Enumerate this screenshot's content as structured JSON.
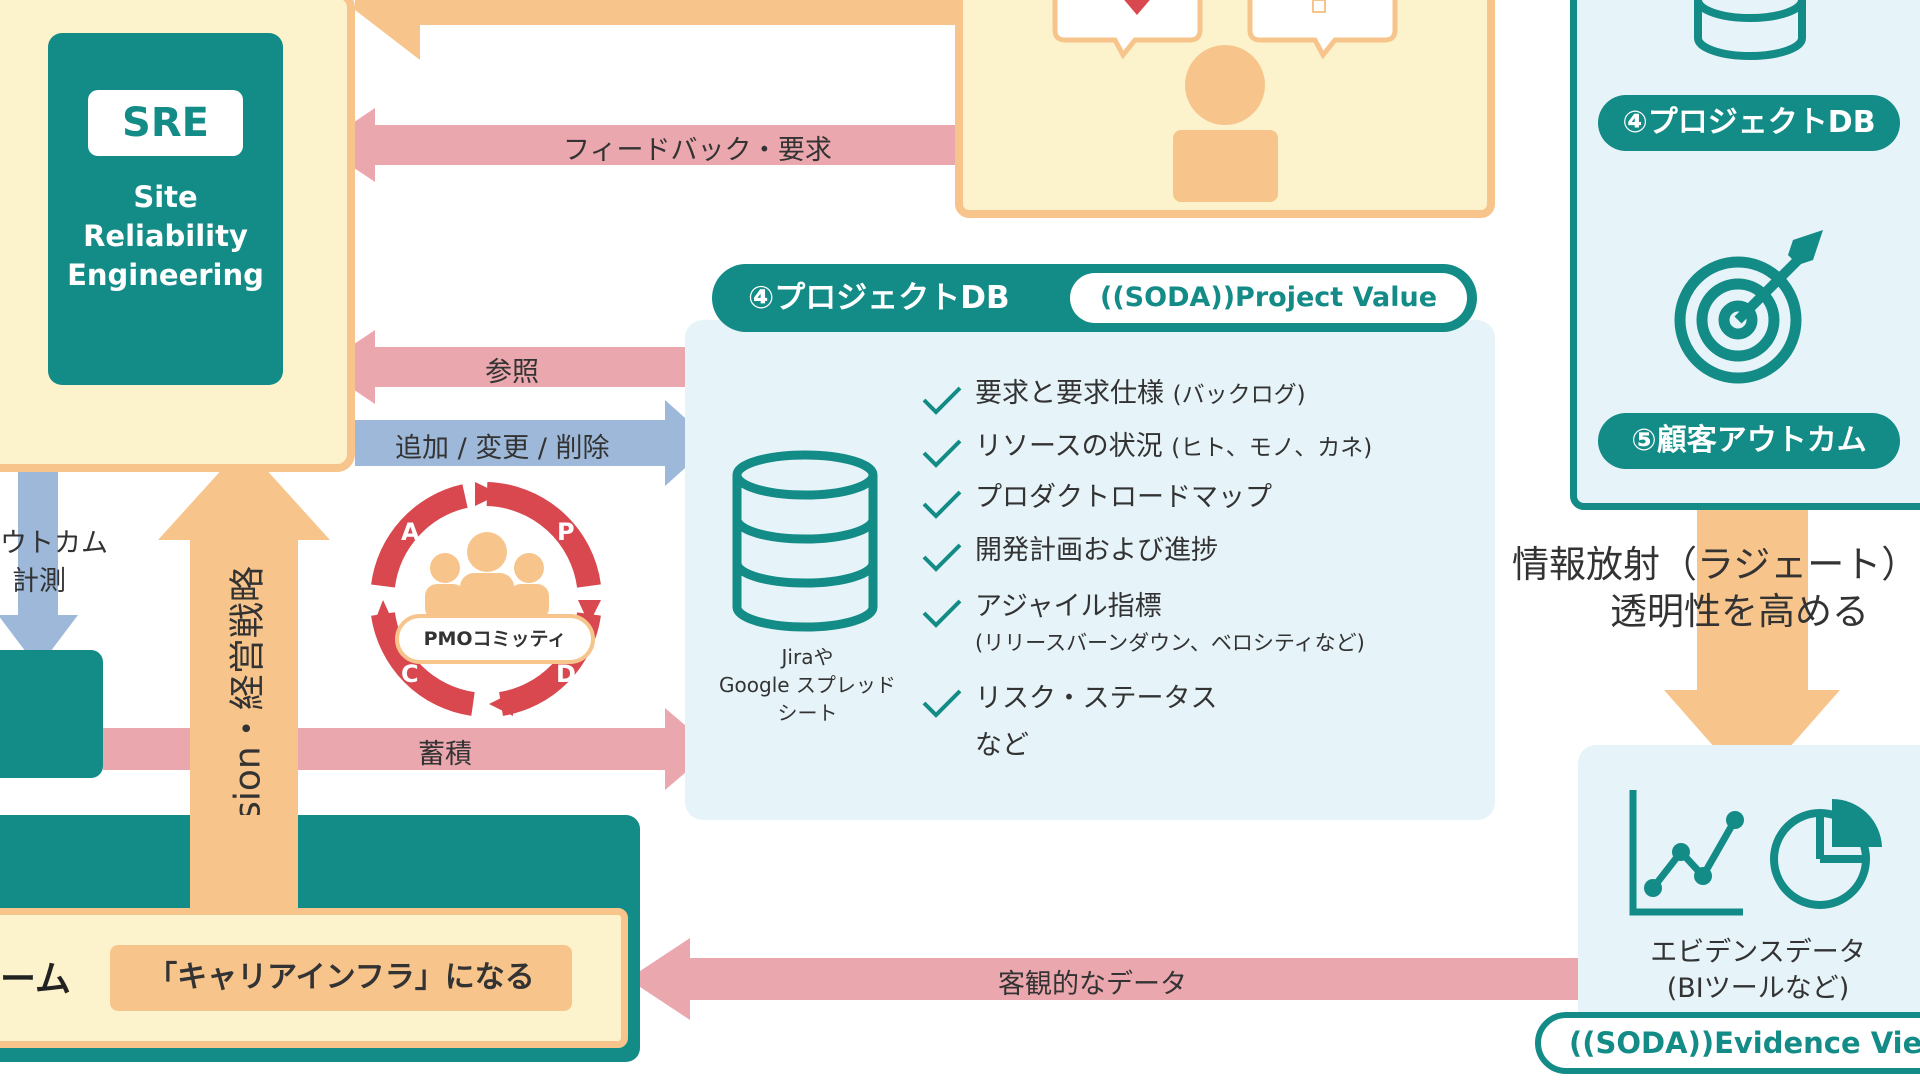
{
  "sre": {
    "badge": "SRE",
    "line1": "Site",
    "line2": "Reliability",
    "line3": "Engineering"
  },
  "arrows": {
    "feedback": "フィードバック・要求",
    "reference": "参照",
    "add_change_delete": "追加 / 変更 / 削除",
    "accumulate": "蓄積",
    "objective_data": "客観的なデータ"
  },
  "outcome": {
    "line1": "ウトカム",
    "line2": "計測"
  },
  "vision": "Vision・経営戦略",
  "pdca": {
    "label": "PMOコミッティ",
    "p": "P",
    "d": "D",
    "c": "C",
    "a": "A"
  },
  "project_db": {
    "title": "④プロジェクトDB",
    "subtitle": "((SODA))Project Value",
    "caption_line1": "Jiraや",
    "caption_line2": "Google スプレッド",
    "caption_line3": "シート",
    "items": [
      {
        "text": "要求と要求仕様",
        "note": "(バックログ)"
      },
      {
        "text": "リソースの状況",
        "note": "(ヒト、モノ、カネ)"
      },
      {
        "text": "プロダクトロードマップ",
        "note": ""
      },
      {
        "text": "開発計画および進捗",
        "note": ""
      },
      {
        "text": "アジャイル指標",
        "note": ""
      },
      {
        "text": "リスク・ステータス",
        "note": ""
      }
    ],
    "agile_sub": "(リリースバーンダウン、ベロシティなど)",
    "etc": "など"
  },
  "right": {
    "pill_db": "④プロジェクトDB",
    "pill_outcome": "⑤顧客アウトカム",
    "radiation_line1": "情報放射（ラジェート）",
    "radiation_line2": "透明性を高める",
    "evidence_line1": "エビデンスデータ",
    "evidence_line2": "(BIツールなど)",
    "evidence_pill": "((SODA))Evidence View"
  },
  "platform": {
    "left_text": "ーム",
    "pill": "「キャリアインフラ」になる"
  },
  "colors": {
    "teal": "#138b86",
    "cream": "#fcf3cc",
    "orange": "#f7c58c",
    "pink": "#eba7ae",
    "blue": "#9db8d8",
    "light_blue": "#e6f3f8",
    "red": "#d9474f"
  }
}
